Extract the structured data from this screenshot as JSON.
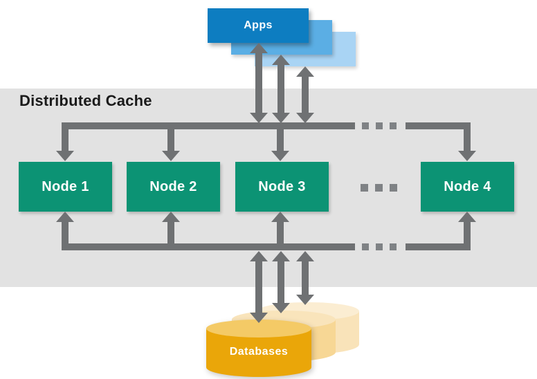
{
  "diagram_title": "Distributed Cache",
  "apps": {
    "label": "Apps",
    "stack_count": 3
  },
  "cache": {
    "title": "Distributed Cache",
    "nodes": [
      {
        "label": "Node 1"
      },
      {
        "label": "Node 2"
      },
      {
        "label": "Node 3"
      },
      {
        "label": "Node 4"
      }
    ],
    "more_nodes_indicator": "..."
  },
  "databases": {
    "label": "Databases",
    "stack_count": 3
  },
  "icons": {
    "apps_cache_arrows": "double-headed-vertical-arrow x3",
    "cache_fanout": "down-arrow to each node from horizontal bus",
    "cache_fanin": "up-arrow from horizontal bus to each node",
    "cache_db_arrows": "double-headed-vertical-arrow x3",
    "ellipsis": "three-square-dots"
  },
  "colors": {
    "band_background": "#e2e2e2",
    "title_text": "#1a1a1a",
    "app_front": "#0d7dc1",
    "app_middle": "#5baee4",
    "app_back": "#a9d4f4",
    "node_green": "#0c9374",
    "arrow_gray": "#6f7173",
    "dot_gray": "#7f8285",
    "db_front_body": "#eaa609",
    "db_front_top": "#f4ca66",
    "db_middle_body": "#f7d795",
    "db_middle_top": "#f9e4bb",
    "db_back_body": "#f9e3b9",
    "db_back_top": "#fbedd2",
    "label_text": "#ffffff"
  }
}
